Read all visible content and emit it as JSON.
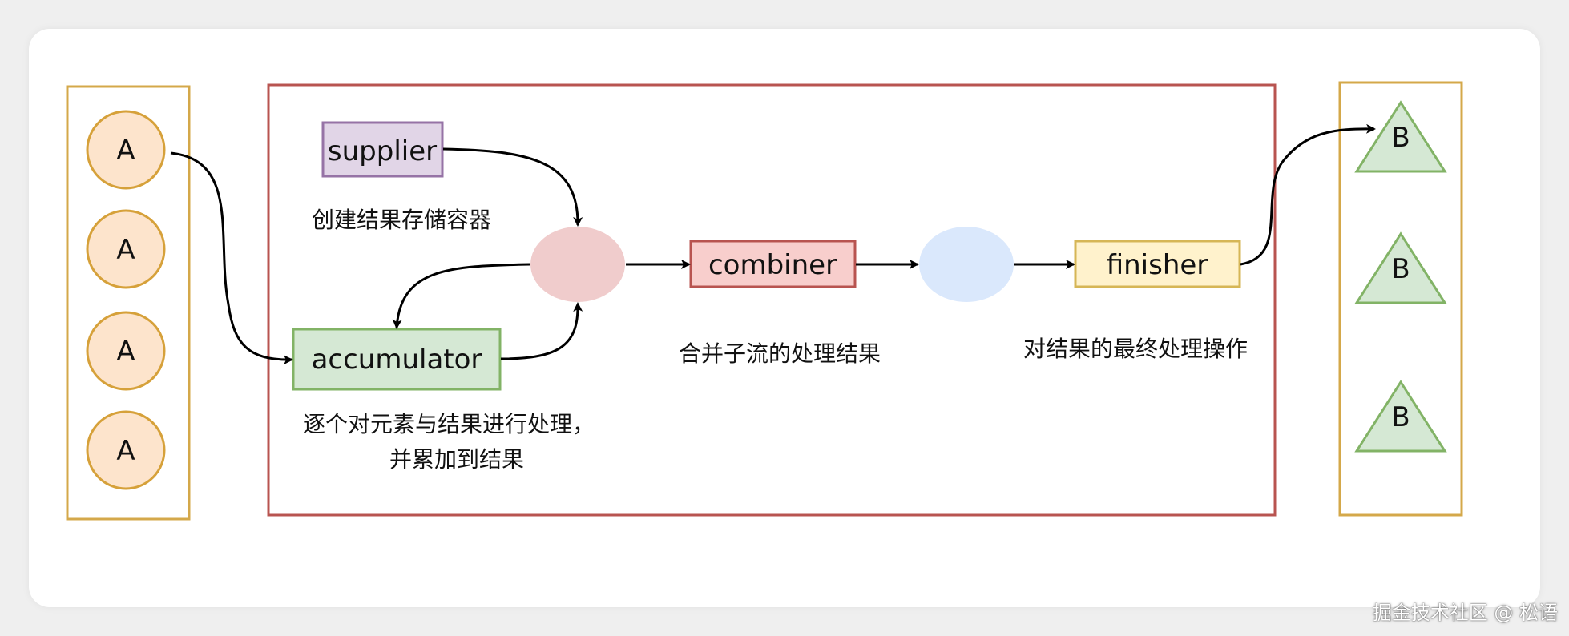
{
  "input_items": [
    "A",
    "A",
    "A",
    "A"
  ],
  "output_items": [
    "B",
    "B",
    "B"
  ],
  "nodes": {
    "supplier": "supplier",
    "accumulator": "accumulator",
    "combiner": "combiner",
    "finisher": "finisher"
  },
  "notes": {
    "supplier": "创建结果存储容器",
    "accumulator_line1": "逐个对元素与结果进行处理，",
    "accumulator_line2": "并累加到结果",
    "combiner": "合并子流的处理结果",
    "finisher": "对结果的最终处理操作"
  },
  "watermark": "掘金技术社区 @ 松语",
  "colors": {
    "input_circle_fill": "#fde4cc",
    "input_circle_stroke": "#d6a13a",
    "input_panel_stroke": "#d4a84a",
    "main_panel_stroke": "#b85450",
    "supplier_fill": "#e1d5e7",
    "supplier_stroke": "#9673a6",
    "accumulator_fill": "#d5e8d4",
    "accumulator_stroke": "#82b366",
    "combiner_fill": "#f8cecc",
    "combiner_stroke": "#b85450",
    "finisher_fill": "#fff2cc",
    "finisher_stroke": "#d6b656",
    "ellipse_pink": "#f0cccc",
    "ellipse_blue": "#dae8fc",
    "triangle_fill": "#d5e8d4",
    "triangle_stroke": "#82b366"
  }
}
